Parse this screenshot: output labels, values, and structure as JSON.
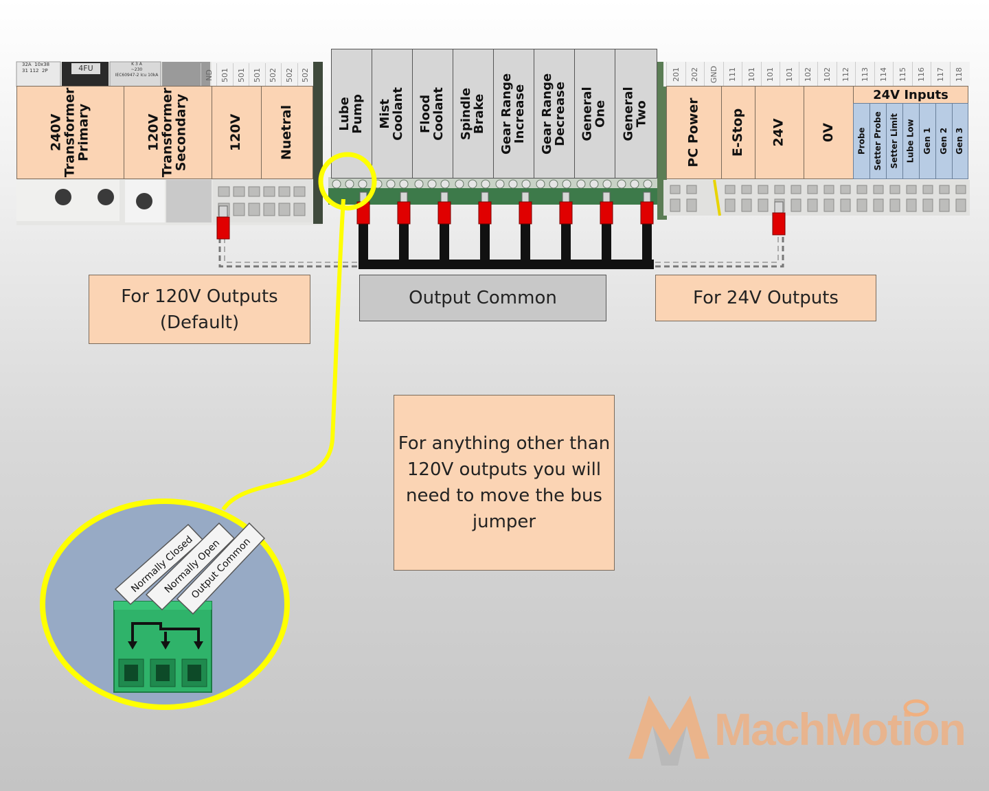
{
  "left_labels": [
    {
      "id": "240v-transformer-primary",
      "text": "240V\nTransformer\nPrimary"
    },
    {
      "id": "120v-transformer-secondary",
      "text": "120V\nTransformer\nSecondary"
    },
    {
      "id": "120v",
      "text": "120V"
    },
    {
      "id": "nuetral",
      "text": "Nuetral"
    }
  ],
  "output_labels": [
    {
      "id": "lube-pump",
      "text": "Lube\nPump"
    },
    {
      "id": "mist-coolant",
      "text": "Mist\nCoolant"
    },
    {
      "id": "flood-coolant",
      "text": "Flood\nCoolant"
    },
    {
      "id": "spindle-brake",
      "text": "Spindle\nBrake"
    },
    {
      "id": "gear-range-increase",
      "text": "Gear Range\nIncrease"
    },
    {
      "id": "gear-range-decrease",
      "text": "Gear Range\nDecrease"
    },
    {
      "id": "general-one",
      "text": "General\nOne"
    },
    {
      "id": "general-two",
      "text": "General\nTwo"
    }
  ],
  "right_labels": [
    {
      "id": "pc-power",
      "text": "PC Power"
    },
    {
      "id": "e-stop",
      "text": "E-Stop"
    },
    {
      "id": "24v",
      "text": "24V"
    },
    {
      "id": "0v",
      "text": "0V"
    }
  ],
  "inputs": {
    "header": "24V Inputs",
    "items": [
      "Probe",
      "Setter Probe",
      "Setter Limit",
      "Lube Low",
      "Gen 1",
      "Gen 2",
      "Gen 3"
    ]
  },
  "hardware_text": {
    "fuse_label": "4FU",
    "fuse_rating": "32A  10x38\n31 112  2P",
    "breaker_rating": "K 3 A\n~230\nIEC60947-2 Icu 10kA",
    "left_terminal_numbers": [
      "ND",
      "501",
      "501",
      "501",
      "502",
      "502",
      "502"
    ],
    "right_terminal_numbers": [
      "201",
      "202",
      "GND",
      "111",
      "101",
      "101",
      "101",
      "102",
      "102",
      "112",
      "113",
      "114",
      "115",
      "116",
      "117",
      "118"
    ]
  },
  "callouts": {
    "outputs_120v": "For 120V Outputs\n(Default)",
    "output_common": "Output Common",
    "outputs_24v": "For 24V Outputs",
    "move_jumper": "For anything other than\n120V outputs you will\nneed to move the bus\njumper"
  },
  "connector_pins": [
    "Normally Closed",
    "Normally Open",
    "Output Common"
  ],
  "logo": {
    "text": "MachMotion"
  },
  "colors": {
    "label_peach": "#fbd4b4",
    "label_grey": "#d6d6d6",
    "label_blue": "#b8cce4",
    "highlight_yellow": "#ffff00",
    "jumper_red": "#e00000",
    "connector_green": "#2fb36a",
    "inset_background": "#97aac5",
    "logo_orange": "#f0b080",
    "logo_grey": "#b5b5b5"
  }
}
